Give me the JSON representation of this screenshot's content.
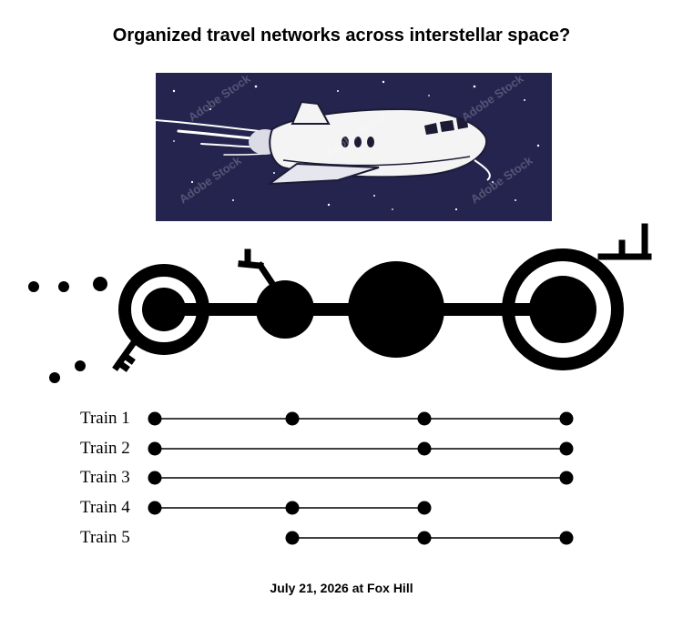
{
  "title": "Organized travel networks across interstellar space?",
  "banner": {
    "icon": "space-shuttle-illustration",
    "watermark": "Adobe Stock",
    "colors": {
      "sky": "#24244f",
      "shuttle": "#f4f4f4"
    }
  },
  "network_symbol": {
    "icon": "circle-network-key-glyph"
  },
  "schedule": {
    "stops": 4,
    "trains": [
      {
        "label": "Train 1",
        "stops": [
          0,
          1,
          2,
          3
        ]
      },
      {
        "label": "Train 2",
        "stops": [
          0,
          2,
          3
        ]
      },
      {
        "label": "Train 3",
        "stops": [
          0,
          3
        ]
      },
      {
        "label": "Train 4",
        "stops": [
          0,
          1,
          2
        ]
      },
      {
        "label": "Train 5",
        "stops": [
          1,
          2,
          3
        ]
      }
    ]
  },
  "footer": "July 21, 2026 at Fox Hill"
}
